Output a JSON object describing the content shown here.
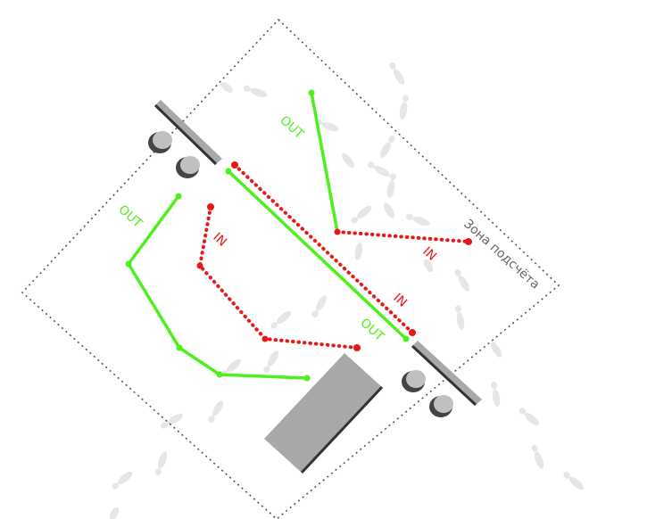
{
  "labels": {
    "zone": "Зона подсчёта",
    "out": "OUT",
    "in": "IN"
  },
  "colors": {
    "out_path": "#4ef01c",
    "in_path": "#e81818",
    "zone_border": "#555555",
    "door": "#a8a8a8",
    "door_edge": "#333333",
    "sensor": "#c0c0c0",
    "footprint": "#e6e6e6",
    "box": "#a8a8a8"
  },
  "icons": {
    "sensor": "sensor-icon",
    "footprint": "footprint-icon",
    "door": "door-icon",
    "box": "counter-box-icon"
  }
}
